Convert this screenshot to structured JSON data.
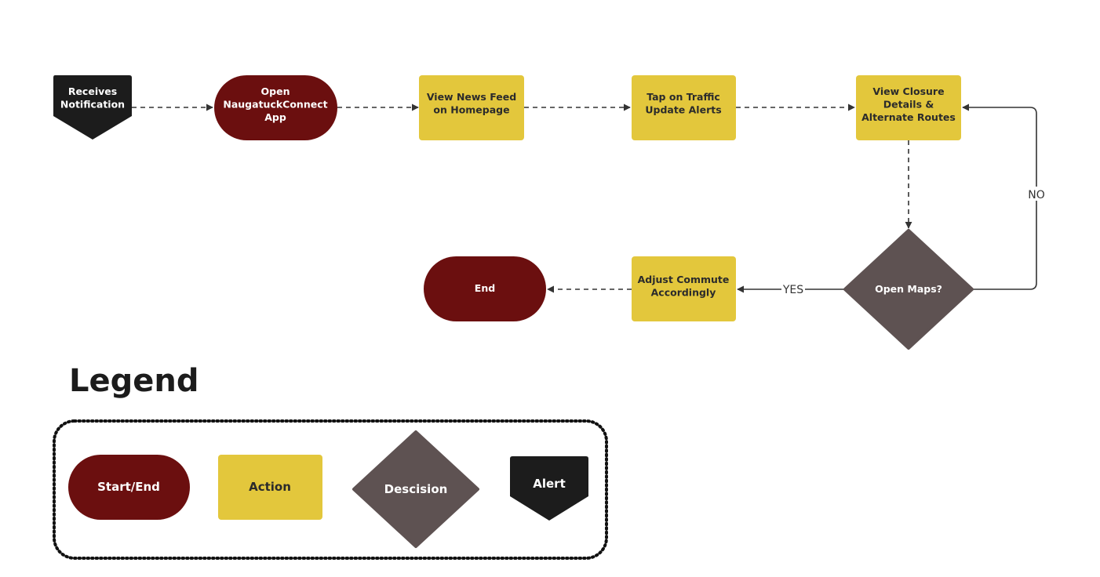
{
  "colors": {
    "start_end": "#6b0f0f",
    "action": "#e3c73c",
    "decision": "#5e5252",
    "alert": "#1c1c1c",
    "edge": "#333333"
  },
  "flow": {
    "receives_notification": [
      "Receives",
      "Notification"
    ],
    "open_app": [
      "Open",
      "NaugatuckConnect",
      "App"
    ],
    "view_news_feed": [
      "View News Feed",
      "on Homepage"
    ],
    "tap_traffic_alerts": [
      "Tap on Traffic",
      "Update Alerts"
    ],
    "view_closure_details": [
      "View Closure",
      "Details &",
      "Alternate Routes"
    ],
    "open_maps_decision": [
      "Open Maps?"
    ],
    "adjust_commute": [
      "Adjust Commute",
      "Accordingly"
    ],
    "end": [
      "End"
    ],
    "edge_yes": "YES",
    "edge_no": "NO"
  },
  "legend": {
    "title": "Legend",
    "start_end": "Start/End",
    "action": "Action",
    "decision": "Descision",
    "alert": "Alert"
  }
}
